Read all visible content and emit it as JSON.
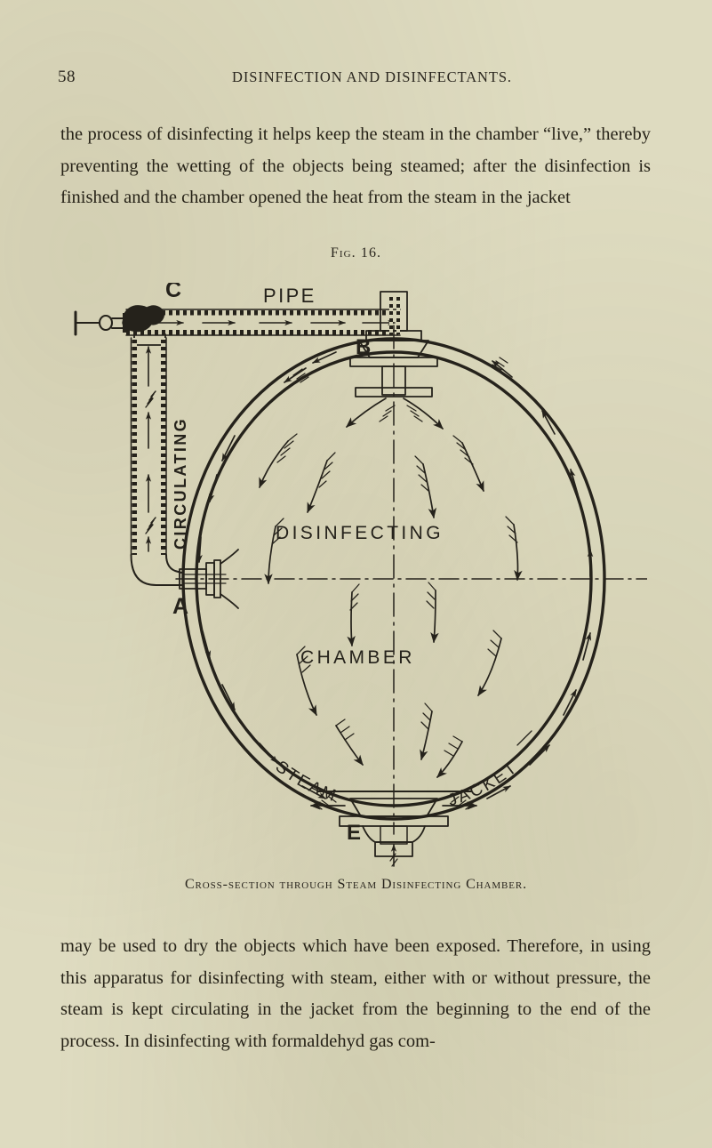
{
  "page": {
    "folio": "58",
    "running_head": "Disinfection and Disinfectants.",
    "paper_color": "#dedbc0",
    "ink_color": "#26231c"
  },
  "body_top": {
    "text": "the process of disinfecting it helps keep the steam in the chamber “live,” thereby preventing the wetting of the objects being steamed; after the disinfection is finished and the chamber opened the heat from the steam in the jacket"
  },
  "figure": {
    "label": "Fig. 16.",
    "caption": "Cross-section through Steam Disinfecting Chamber.",
    "callouts": {
      "a": "A",
      "b": "B",
      "c": "C",
      "e": "E"
    },
    "labels": {
      "pipe": "PIPE",
      "circulating": "CIRCULATING",
      "disinfecting": "DISINFECTING",
      "chamber": "CHAMBER",
      "steam": "STEAM",
      "jacket": "JACKET"
    }
  },
  "body_bottom": {
    "text": "may be used to dry the objects which have been exposed. Therefore, in using this apparatus for disinfecting with steam, either with or without pressure, the steam is kept circulating in the jacket from the beginning to the end of the process. In disinfecting with formaldehyd gas com-"
  }
}
